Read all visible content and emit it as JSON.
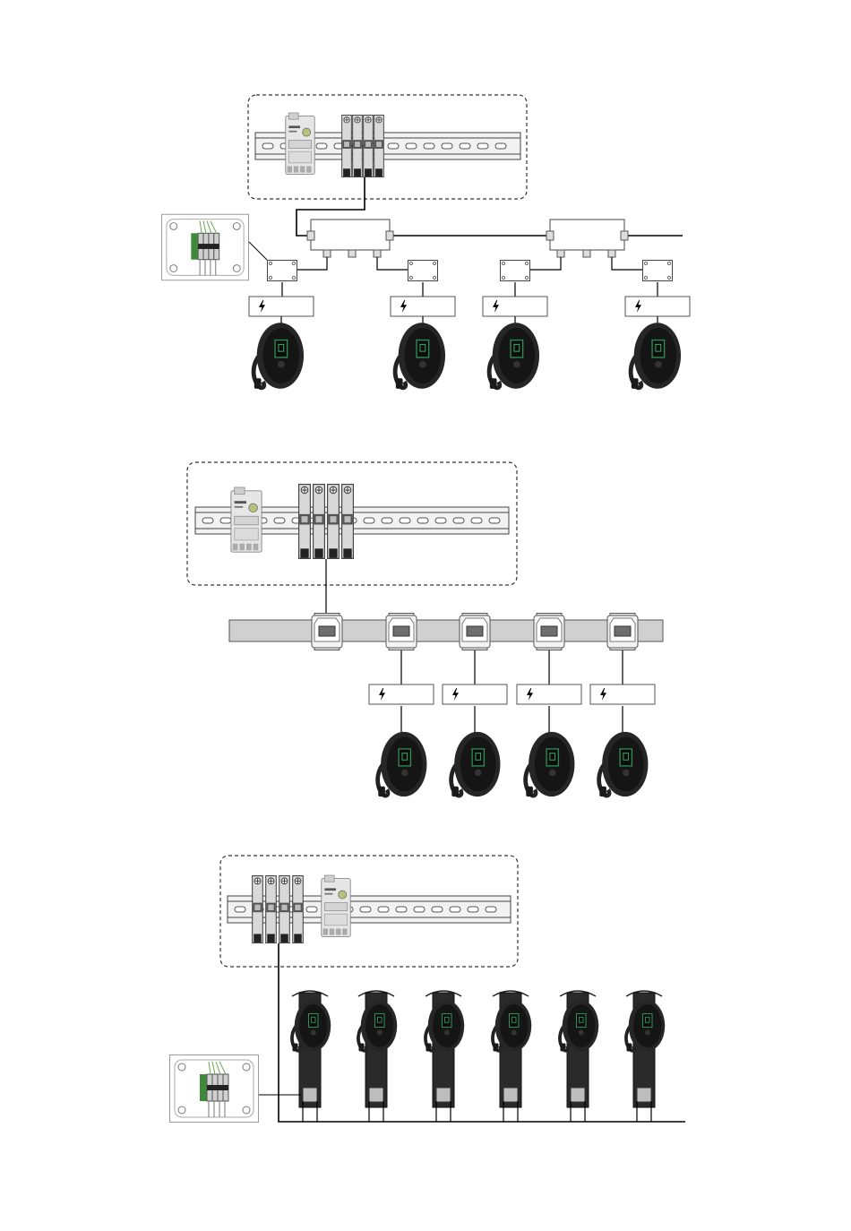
{
  "diagram": {
    "sections": [
      {
        "id": "daisy-chain-with-junction-boxes",
        "charger_count": 4
      },
      {
        "id": "busbar-with-tap-offs",
        "charger_count": 4
      },
      {
        "id": "pedestal-daisy-chain",
        "charger_count": 6
      }
    ],
    "icons": {
      "breaker": "lightning-bolt-icon",
      "meter": "din-rail-energy-meter",
      "mcb": "four-pole-mcb",
      "charger": "wallbox-ev-charger",
      "terminal": "terminal-block-detail"
    },
    "colors": {
      "line": "#000000",
      "enclosure_dash": "#333333",
      "rail": "#f2f2f2",
      "busbar": "#d0d0d0",
      "charger_body": "#1f1f1f",
      "terminal_green": "#3e8a3a"
    }
  }
}
